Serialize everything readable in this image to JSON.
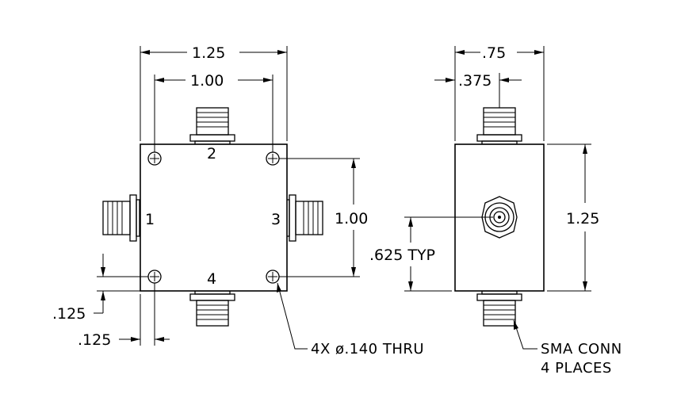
{
  "front_view": {
    "dim_width": "1.25",
    "dim_hole_spacing": "1.00",
    "dim_hole_vertical": "1.00",
    "dim_hole_offset_y": ".125",
    "dim_hole_offset_x": ".125",
    "port_labels": [
      "1",
      "2",
      "3",
      "4"
    ],
    "hole_note": "4X ø.140 THRU"
  },
  "side_view": {
    "dim_depth": ".75",
    "dim_connector_center": ".375",
    "dim_height": "1.25",
    "dim_connector_height": ".625 TYP",
    "connector_note_line1": "SMA CONN",
    "connector_note_line2": "4 PLACES"
  }
}
